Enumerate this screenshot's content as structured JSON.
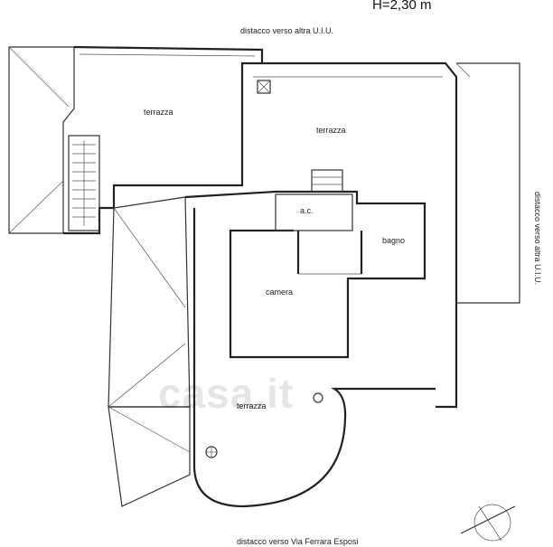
{
  "header": {
    "height_label": "H=2,30 m"
  },
  "notes": {
    "top_distance": "distacco verso altra U.I.U.",
    "right_distance": "distacco verso altra U.I.U.",
    "bottom_distance": "distacco verso Via Ferrara Esposi"
  },
  "rooms": {
    "terrace_left": "terrazza",
    "terrace_right": "terrazza",
    "terrace_bottom": "terrazza",
    "ac": "a.c.",
    "bathroom": "bagno",
    "bedroom": "camera"
  },
  "watermark": "casa.it"
}
